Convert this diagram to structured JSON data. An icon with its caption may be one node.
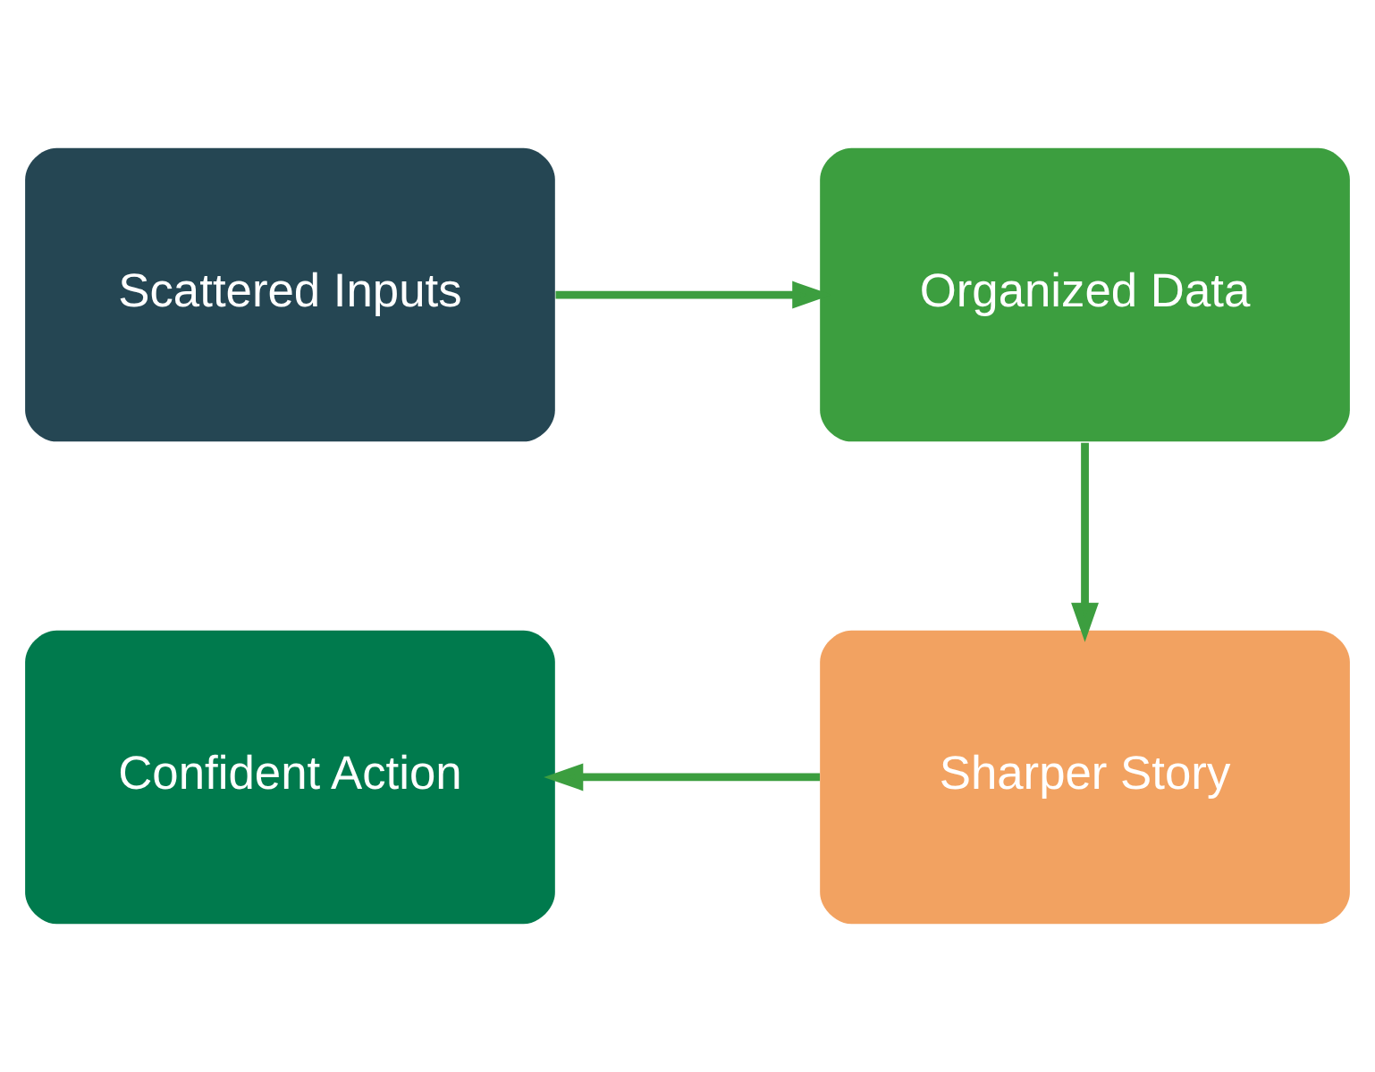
{
  "diagram": {
    "nodes": [
      {
        "text": [
          "Scattered Inputs"
        ]
      },
      {
        "text": [
          "Organized Data"
        ]
      },
      {
        "text": [
          "Sharper Story"
        ]
      },
      {
        "text": [
          "Confident Action"
        ]
      }
    ],
    "edges": [
      {
        "from": 0,
        "to": 1,
        "arrow": "to"
      },
      {
        "from": 1,
        "to": 2,
        "arrow": "to"
      },
      {
        "from": 2,
        "to": 3,
        "arrow": "to"
      }
    ]
  }
}
